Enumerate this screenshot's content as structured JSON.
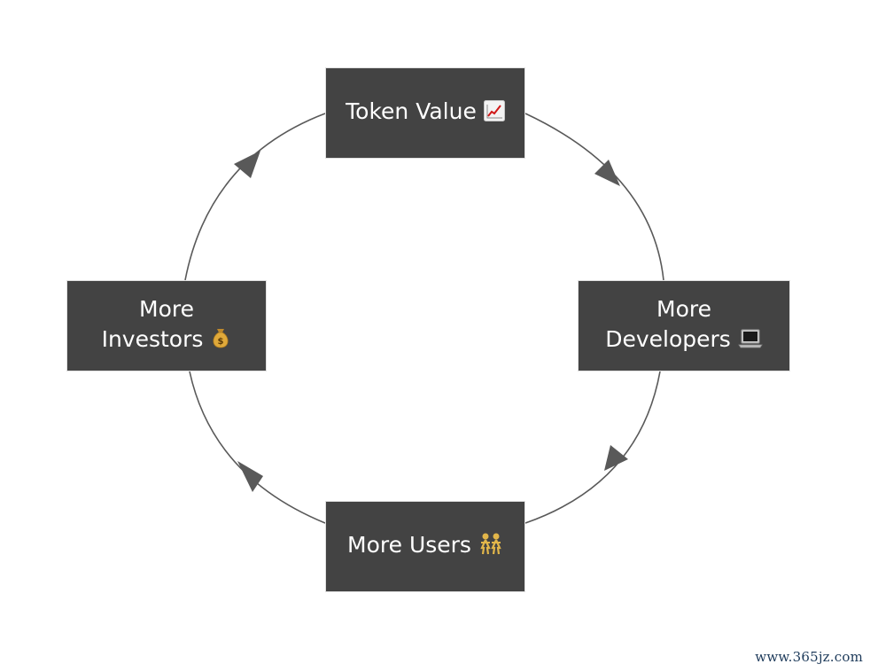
{
  "diagram": {
    "nodes": {
      "token_value": {
        "label": "Token Value",
        "icon": "chart-increasing-icon"
      },
      "more_developers": {
        "line1": "More",
        "line2": "Developers",
        "icon": "laptop-icon"
      },
      "more_users": {
        "label": "More Users",
        "icon": "people-icon"
      },
      "more_investors": {
        "line1": "More",
        "line2": "Investors",
        "icon": "money-bag-icon"
      }
    },
    "colors": {
      "node_fill": "#434343",
      "node_text": "#ffffff",
      "edge": "#595959",
      "arrowhead": "#595959"
    }
  },
  "watermark": "www.365jz.com"
}
